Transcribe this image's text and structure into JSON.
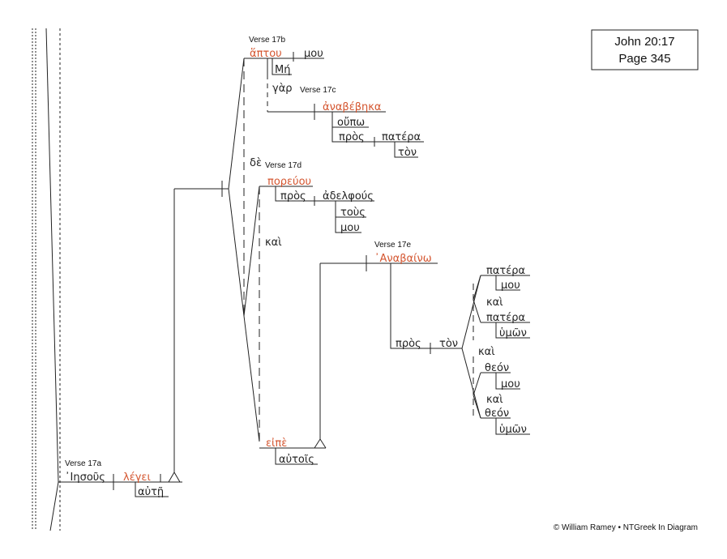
{
  "header": {
    "reference": "John 20:17",
    "page": "Page 345"
  },
  "footer": {
    "copyright": "© William Ramey • NTGreek In Diagram"
  },
  "verses": {
    "v17a": "Verse 17a",
    "v17b": "Verse 17b",
    "v17c": "Verse 17c",
    "v17d": "Verse 17d",
    "v17e": "Verse 17e"
  },
  "words": {
    "iesous": "᾿Ιησοῦς",
    "legei": "λέγει",
    "aute": "αὐτῇ",
    "haptou": "ἅπτου",
    "mou_1": "μου",
    "me": "Μή",
    "gar": "γὰρ",
    "anabebeka": "ἀναβέβηκα",
    "oupo": "οὔπω",
    "pros_1": "πρὸς",
    "patera_1": "πατέρα",
    "ton_1": "τὸν",
    "de": "δὲ",
    "poreuou": "πορεύου",
    "pros_2": "πρὸς",
    "adelphous": "ἀδελφούς",
    "tous": "τοὺς",
    "mou_2": "μου",
    "kai_1": "καὶ",
    "anabaino": "᾿Αναβαίνω",
    "pros_3": "πρὸς",
    "ton_2": "τὸν",
    "patera_2": "πατέρα",
    "mou_3": "μου",
    "kai_2": "καὶ",
    "patera_3": "πατέρα",
    "humon_1": "ὑμῶν",
    "kai_3": "καὶ",
    "theon_1": "θεόν",
    "mou_4": "μου",
    "kai_4": "καὶ",
    "theon_2": "θεόν",
    "humon_2": "ὑμῶν",
    "eipe": "εἰπὲ",
    "autois": "αὐτοῖς"
  },
  "colors": {
    "verb": "#d4552f",
    "text": "#222222"
  }
}
